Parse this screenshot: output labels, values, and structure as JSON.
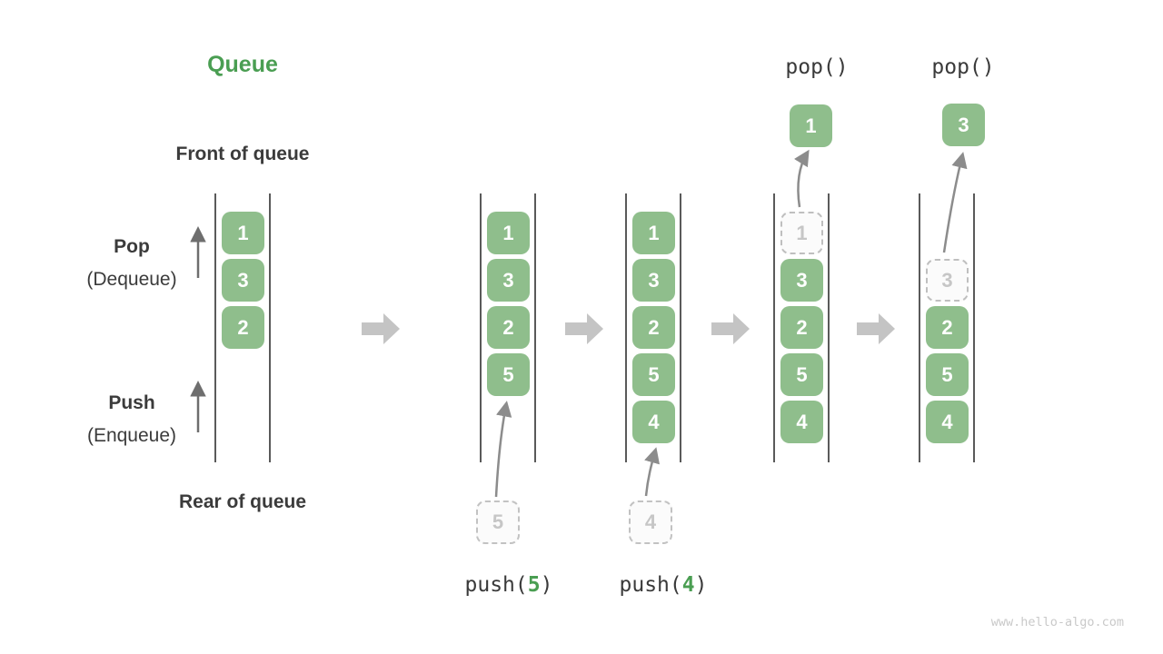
{
  "title": "Queue",
  "watermark": "www.hello-algo.com",
  "labels": {
    "front": "Front of queue",
    "rear": "Rear of queue",
    "pop": "Pop",
    "pop_sub": "(Dequeue)",
    "push": "Push",
    "push_sub": "(Enqueue)"
  },
  "colors": {
    "item_green": "#8fbe8c",
    "title_green": "#4a9e52",
    "text_dark": "#3b3b3b",
    "flow_arrow_gray": "#c4c4c4",
    "channel_line_gray": "#5a5a5a",
    "ghost_gray": "#c6c6c6",
    "curve_arrow_gray": "#8c8c8c"
  },
  "states": [
    {
      "items": [
        "1",
        "3",
        "2"
      ]
    },
    {
      "items": [
        "1",
        "3",
        "2",
        "5"
      ],
      "incoming_value": "5",
      "op_prefix": "push(",
      "op_arg": "5",
      "op_suffix": ")"
    },
    {
      "items": [
        "1",
        "3",
        "2",
        "5",
        "4"
      ],
      "incoming_value": "4",
      "op_prefix": "push(",
      "op_arg": "4",
      "op_suffix": ")"
    },
    {
      "ghost_value": "1",
      "items": [
        "3",
        "2",
        "5",
        "4"
      ],
      "popped_value": "1",
      "op_label": "pop()"
    },
    {
      "ghost_value": "3",
      "items": [
        "2",
        "5",
        "4"
      ],
      "popped_value": "3",
      "op_label": "pop()"
    }
  ]
}
